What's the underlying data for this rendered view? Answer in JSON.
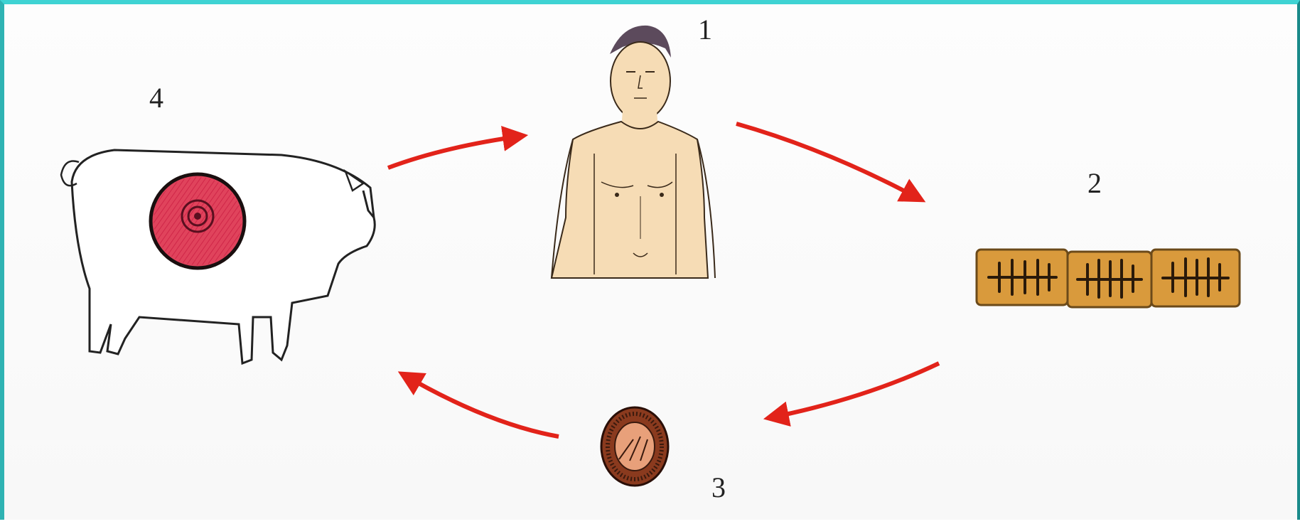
{
  "diagram": {
    "labels": {
      "human": "1",
      "proglottids": "2",
      "egg": "3",
      "pig": "4"
    },
    "colors": {
      "arrow": "#e2231a",
      "frame": "#2fb3b3",
      "skin": "#f6dcb5",
      "cyst": "#e0435c",
      "egg": "#8a3a1e",
      "segment": "#d99a3c"
    },
    "nodes": [
      {
        "id": "human",
        "icon": "human-torso-icon"
      },
      {
        "id": "proglottids",
        "icon": "tapeworm-segments-icon"
      },
      {
        "id": "egg",
        "icon": "tapeworm-egg-icon"
      },
      {
        "id": "pig",
        "icon": "pig-with-cyst-icon"
      }
    ]
  }
}
